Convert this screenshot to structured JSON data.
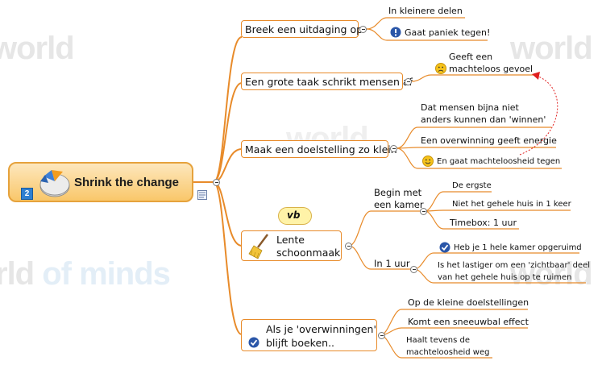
{
  "central": {
    "title": "Shrink the change",
    "badge": "2",
    "icon": "pie-chart-icon"
  },
  "callout": {
    "text": "vb"
  },
  "branches": [
    {
      "label": "Breek een uitdaging op",
      "children": [
        {
          "text": "In kleinere delen"
        },
        {
          "text": "Gaat paniek tegen!",
          "icon": "exclamation-icon"
        }
      ]
    },
    {
      "label": "Een grote taak schrikt mensen af",
      "children": [
        {
          "text_lines": [
            "Geeft een",
            "machteloos  gevoel"
          ],
          "icon": "sad-face-icon"
        }
      ]
    },
    {
      "label": "Maak een doelstelling zo klein",
      "children": [
        {
          "text_lines": [
            "Dat mensen bijna niet",
            "anders kunnen dan 'winnen'"
          ]
        },
        {
          "text": "Een overwinning geeft energie"
        },
        {
          "text": "En  gaat machteloosheid tegen",
          "icon": "smiley-face-icon"
        }
      ]
    },
    {
      "label_lines": [
        "Lente",
        "schoonmaak"
      ],
      "icon": "broom-icon",
      "children": [
        {
          "label_lines": [
            "Begin met",
            "een kamer"
          ],
          "children": [
            {
              "text": "De ergste"
            },
            {
              "text": "Niet het gehele huis in 1 keer"
            },
            {
              "text": "Timebox: 1 uur"
            }
          ]
        },
        {
          "label": "In 1 uur",
          "children": [
            {
              "text": "Heb je 1 hele kamer opgeruimd",
              "icon": "check-icon"
            },
            {
              "text_lines": [
                "Is het lastiger om een 'zichtbaar' deel",
                "van het gehele huis op te ruimen"
              ]
            }
          ]
        }
      ]
    },
    {
      "label_lines": [
        "Als je 'overwinningen'",
        "blijft boeken.."
      ],
      "icon": "check-icon",
      "children": [
        {
          "text": "Op de kleine doelstellingen"
        },
        {
          "text": "Komt een sneeuwbal effect"
        },
        {
          "text_lines": [
            "Haalt tevens de",
            "machteloosheid weg"
          ]
        }
      ]
    }
  ],
  "colors": {
    "branch": "#e88b2a",
    "arrow": "#e02020"
  }
}
